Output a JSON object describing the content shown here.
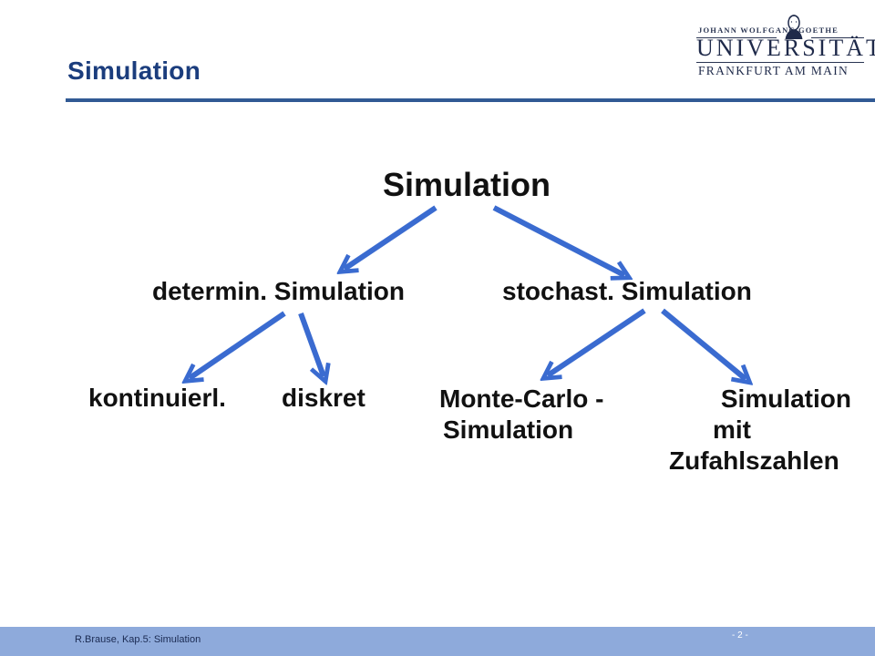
{
  "header": {
    "title": "Simulation",
    "accent_color": "#1b3d7d"
  },
  "logo": {
    "line1a": "JOHANN WOLFGANG",
    "line1b": "GOETHE",
    "line2": "UNIVERSITÄT",
    "line3": "FRANKFURT AM MAIN"
  },
  "diagram": {
    "arrow_color": "#3a6bd0",
    "root": "Simulation",
    "level1": {
      "left": "determin. Simulation",
      "right": "stochast. Simulation"
    },
    "level2": {
      "kontinuierl": "kontinuierl.",
      "diskret": "diskret",
      "monte_carlo": [
        "Monte-Carlo -",
        "Simulation"
      ],
      "zufall": [
        "Simulation",
        "mit",
        "Zufahlszahlen"
      ]
    }
  },
  "footer": {
    "left": "R.Brause, Kap.5: Simulation",
    "page": "- 2 -",
    "bar_color": "#8eaadb"
  }
}
